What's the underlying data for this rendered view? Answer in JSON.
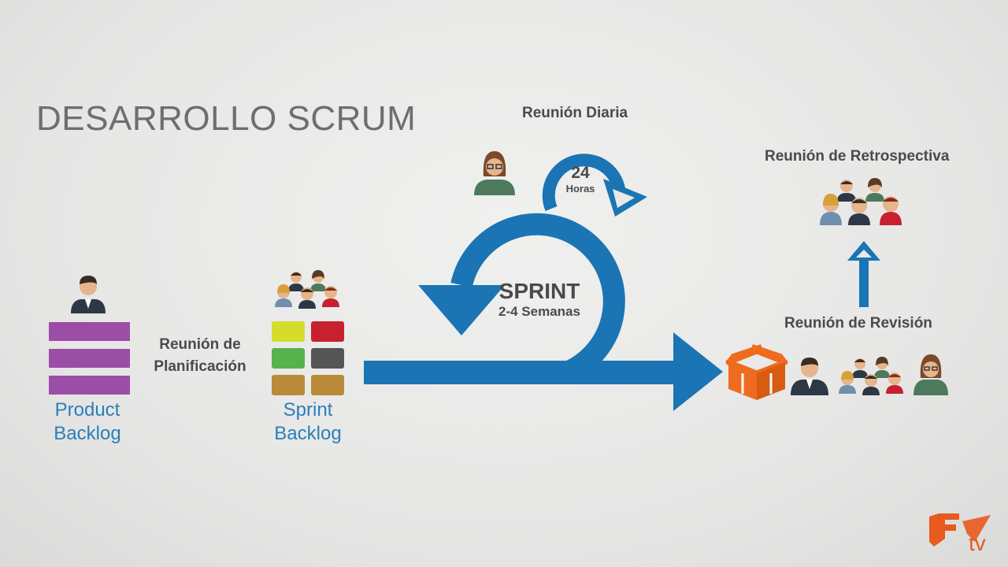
{
  "title": "DESARROLLO SCRUM",
  "labels": {
    "product_backlog_1": "Product",
    "product_backlog_2": "Backlog",
    "planning_1": "Reunión de",
    "planning_2": "Planificación",
    "sprint_backlog_1": "Sprint",
    "sprint_backlog_2": "Backlog",
    "daily": "Reunión Diaria",
    "hours_value": "24",
    "hours_unit": "Horas",
    "sprint": "SPRINT",
    "sprint_duration": "2-4 Semanas",
    "retrospective": "Reunión de Retrospectiva",
    "review": "Reunión de Revisión",
    "logo_text": "tv"
  },
  "colors": {
    "arrow_blue": "#1b75b4",
    "backlog_purple": "#9b4ea6",
    "box_orange": "#ee6b1f",
    "sprint_backlog_squares": [
      "#d4dc2c",
      "#c8202f",
      "#57b24d",
      "#555555",
      "#b98a38",
      "#b98a38"
    ]
  },
  "icons": [
    "person-icon",
    "team-icon",
    "product-box-icon",
    "loop-arrow-icon",
    "logo-icon"
  ]
}
